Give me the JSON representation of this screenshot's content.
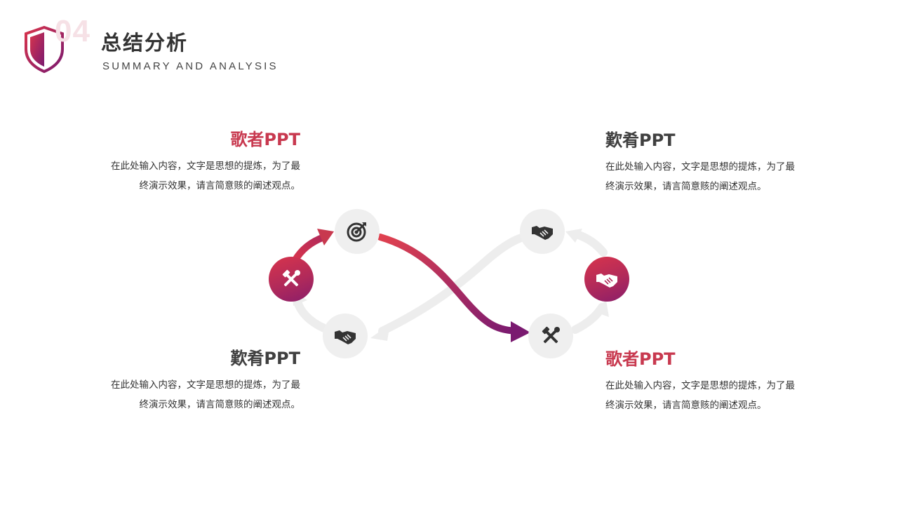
{
  "header": {
    "section_number": "04",
    "title": "总结分析",
    "subtitle": "SUMMARY AND ANALYSIS"
  },
  "blocks": {
    "top_left": {
      "title": "歌者PPT",
      "text_line1": "在此处输入内容，文字是思想的提炼，为了最",
      "text_line2": "终演示效果，请言简意赅的阐述观点。"
    },
    "top_right": {
      "title": "歎肴PPT",
      "text_line1": "在此处输入内容，文字是思想的提炼，为了最",
      "text_line2": "终演示效果，请言简意赅的阐述观点。"
    },
    "bottom_left": {
      "title": "歎肴PPT",
      "text_line1": "在此处输入内容，文字是思想的提炼，为了最",
      "text_line2": "终演示效果，请言简意赅的阐述观点。"
    },
    "bottom_right": {
      "title": "歌者PPT",
      "text_line1": "在此处输入内容，文字是思想的提炼，为了最",
      "text_line2": "终演示效果，请言简意赅的阐述观点。"
    }
  },
  "nodes": {
    "left_gradient": "tools-icon",
    "top_left_grey": "target-icon",
    "bottom_left_grey": "handshake-icon",
    "top_right_grey": "handshake-icon",
    "right_gradient": "handshake-icon",
    "bottom_right_grey": "tools-icon"
  },
  "colors": {
    "accent_red": "#d8344c",
    "accent_purple": "#7a1a70",
    "grey_loop": "#ededed",
    "icon_dark": "#333333"
  }
}
